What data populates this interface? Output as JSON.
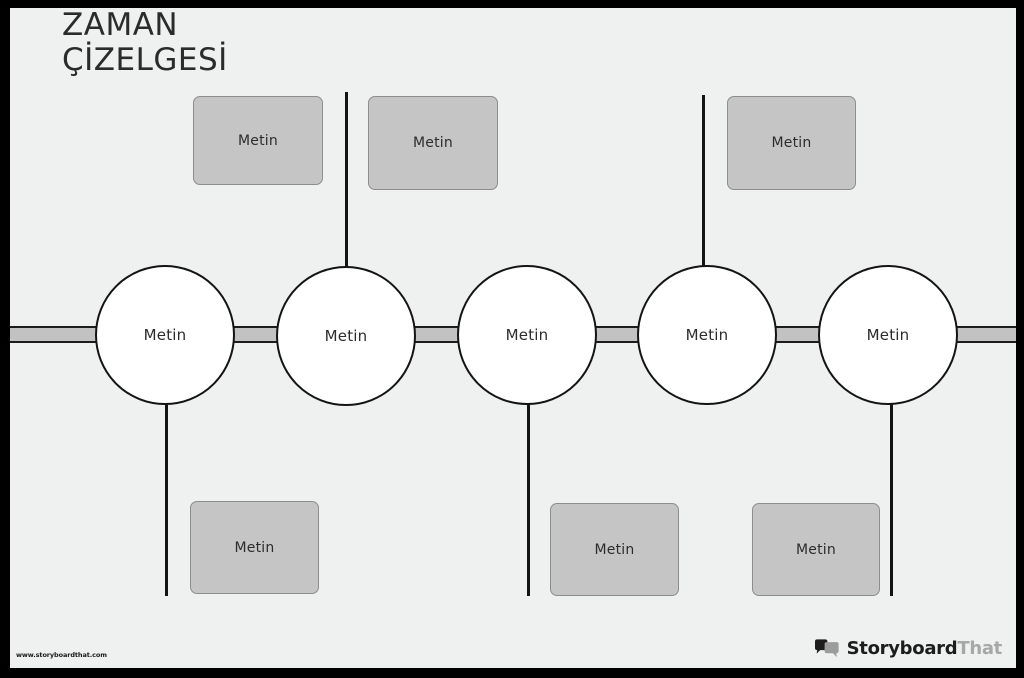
{
  "poster": {
    "title": "ZAMAN\nÇİZELGESİ",
    "background_color": "#eff0f0",
    "frame_color": "#000000"
  },
  "timeline": {
    "rail_color": "#c2c2c2",
    "rail_border_color": "#1c1c1c",
    "nodes": [
      {
        "label": "Metin"
      },
      {
        "label": "Metin"
      },
      {
        "label": "Metin"
      },
      {
        "label": "Metin"
      },
      {
        "label": "Metin"
      }
    ],
    "callouts_top": [
      {
        "label": "Metin"
      },
      {
        "label": "Metin"
      },
      {
        "label": "Metin"
      }
    ],
    "callouts_bottom": [
      {
        "label": "Metin"
      },
      {
        "label": "Metin"
      },
      {
        "label": "Metin"
      }
    ],
    "callout_fill": "#c5c5c5",
    "callout_border": "#8d8d8d"
  },
  "footer": {
    "url": "www.storyboardthat.com",
    "logo": {
      "word_dark": "Storyboard",
      "word_grey": "That",
      "mark": "speech-bubbles-icon"
    }
  }
}
